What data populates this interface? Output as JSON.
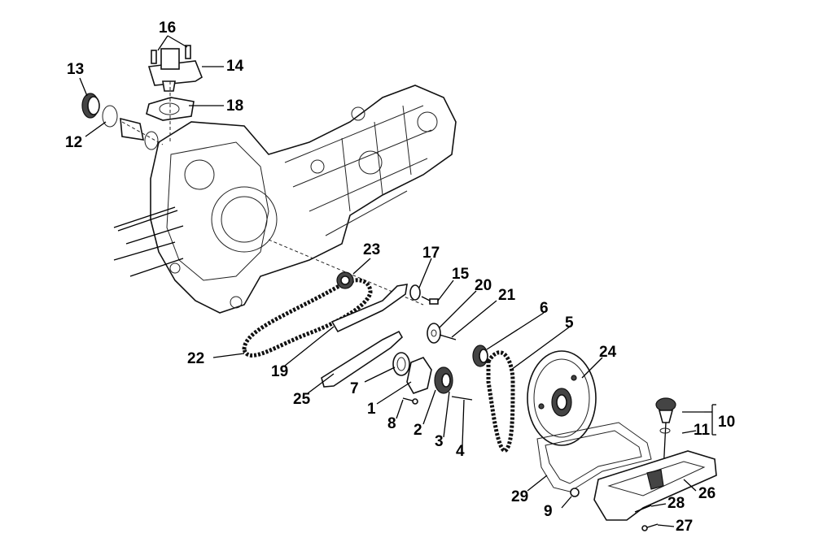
{
  "diagram": {
    "callouts": [
      {
        "id": "16",
        "text": "16"
      },
      {
        "id": "13",
        "text": "13"
      },
      {
        "id": "14",
        "text": "14"
      },
      {
        "id": "18",
        "text": "18"
      },
      {
        "id": "12",
        "text": "12"
      },
      {
        "id": "23",
        "text": "23"
      },
      {
        "id": "17",
        "text": "17"
      },
      {
        "id": "15",
        "text": "15"
      },
      {
        "id": "20",
        "text": "20"
      },
      {
        "id": "21",
        "text": "21"
      },
      {
        "id": "6",
        "text": "6"
      },
      {
        "id": "5",
        "text": "5"
      },
      {
        "id": "24",
        "text": "24"
      },
      {
        "id": "22",
        "text": "22"
      },
      {
        "id": "19",
        "text": "19"
      },
      {
        "id": "7",
        "text": "7"
      },
      {
        "id": "25",
        "text": "25"
      },
      {
        "id": "1",
        "text": "1"
      },
      {
        "id": "8",
        "text": "8"
      },
      {
        "id": "2",
        "text": "2"
      },
      {
        "id": "3",
        "text": "3"
      },
      {
        "id": "4",
        "text": "4"
      },
      {
        "id": "10",
        "text": "10"
      },
      {
        "id": "11",
        "text": "11"
      },
      {
        "id": "29",
        "text": "29"
      },
      {
        "id": "26",
        "text": "26"
      },
      {
        "id": "9",
        "text": "9"
      },
      {
        "id": "28",
        "text": "28"
      },
      {
        "id": "27",
        "text": "27"
      }
    ]
  }
}
